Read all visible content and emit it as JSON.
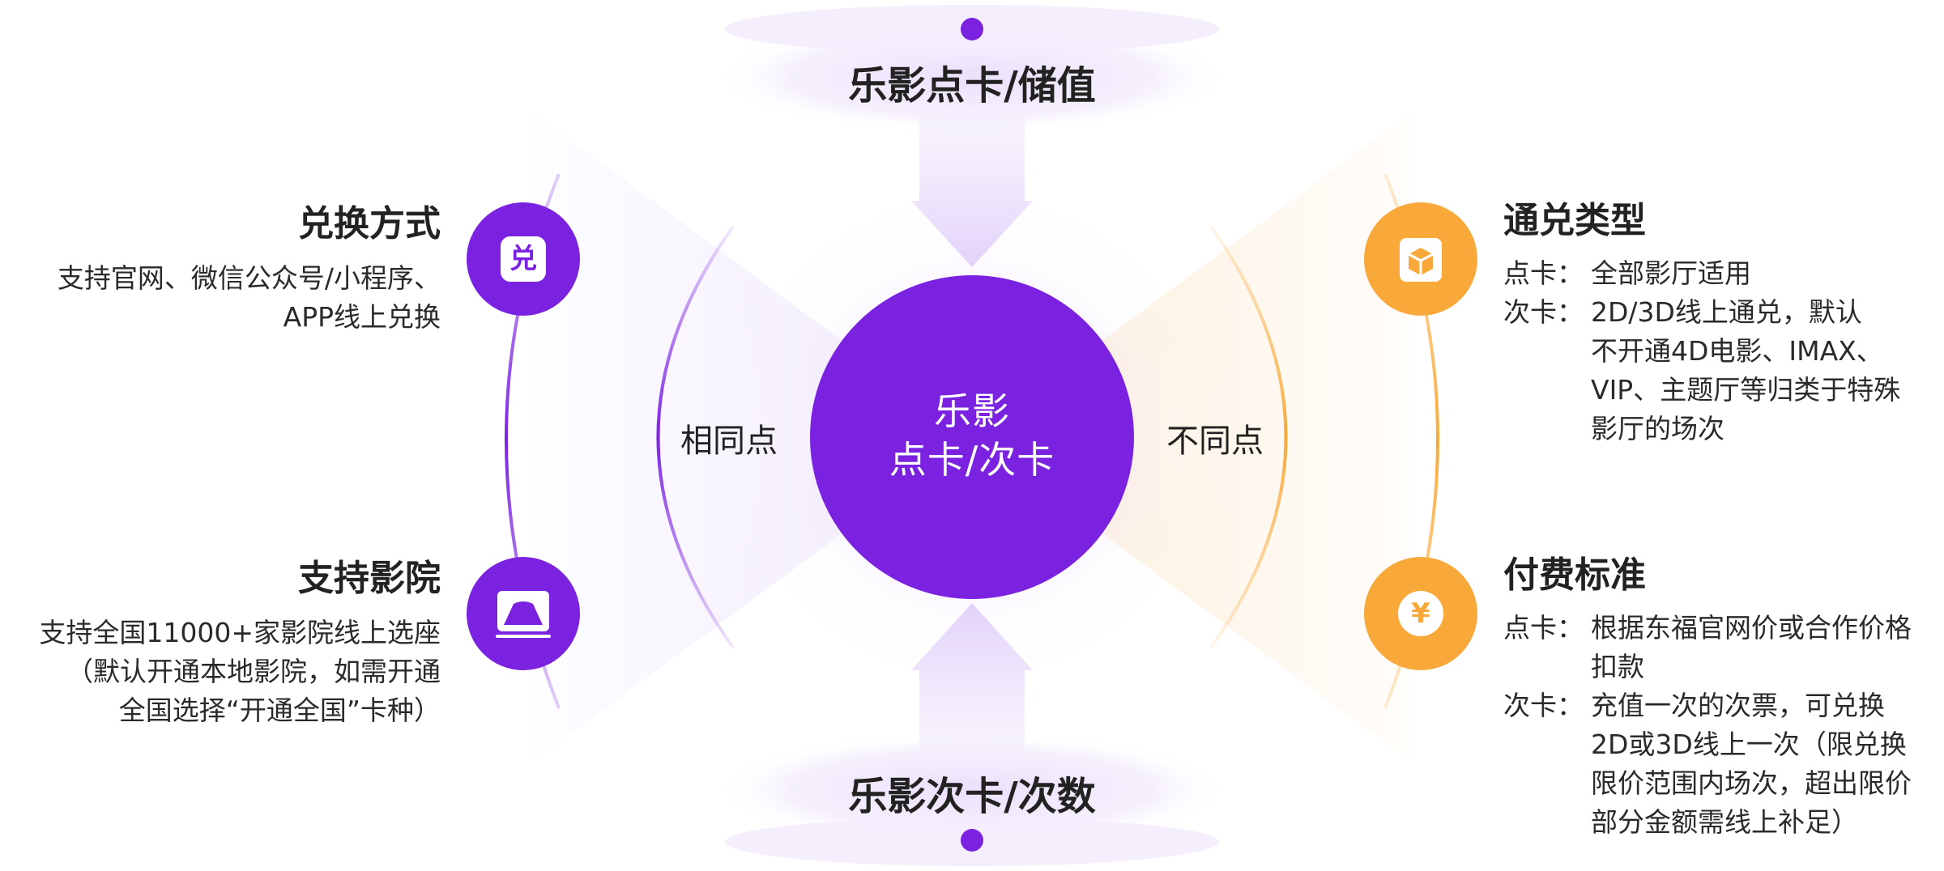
{
  "colors": {
    "purple": "#7A22E0",
    "purple_light": "#D9C6F7",
    "orange": "#F8A93A",
    "orange_light": "#FCDDB0"
  },
  "center": {
    "line1": "乐影",
    "line2": "点卡/次卡"
  },
  "top_label": "乐影点卡/储值",
  "bottom_label": "乐影次卡/次数",
  "similar_label": "相同点",
  "different_label": "不同点",
  "left": [
    {
      "icon": "redeem-icon",
      "icon_char": "兑",
      "title": "兑换方式",
      "lines": [
        "支持官网、微信公众号/小程序、",
        "APP线上兑换"
      ]
    },
    {
      "icon": "cinema-screen-icon",
      "title": "支持影院",
      "lines": [
        "支持全国11000+家影院线上选座",
        "（默认开通本地影院，如需开通",
        "全国选择“开通全国”卡种）"
      ]
    }
  ],
  "right": [
    {
      "icon": "box-icon",
      "title": "通兑类型",
      "rows": [
        {
          "label": "点卡：",
          "lines": [
            "全部影厅适用"
          ]
        },
        {
          "label": "次卡：",
          "lines": [
            "2D/3D线上通兑，默认",
            "不开通4D电影、IMAX、",
            "VIP、主题厅等归类于特殊",
            "影厅的场次"
          ]
        }
      ]
    },
    {
      "icon": "yen-coin-icon",
      "icon_char": "¥",
      "title": "付费标准",
      "rows": [
        {
          "label": "点卡：",
          "lines": [
            "根据东福官网价或合作价格",
            "扣款"
          ]
        },
        {
          "label": "次卡：",
          "lines": [
            "充值一次的次票，可兑换",
            "2D或3D线上一次（限兑换",
            "限价范围内场次，超出限价",
            "部分金额需线上补足）"
          ]
        }
      ]
    }
  ]
}
